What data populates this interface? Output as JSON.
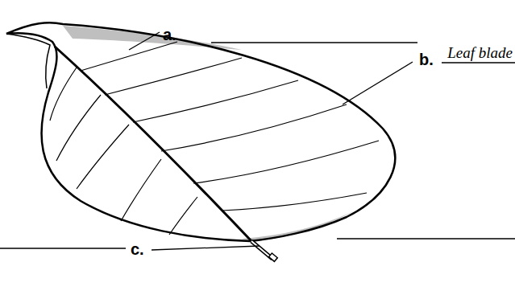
{
  "diagram": {
    "labels": [
      "a.",
      "b.",
      "Leaf blade",
      "c."
    ]
  }
}
